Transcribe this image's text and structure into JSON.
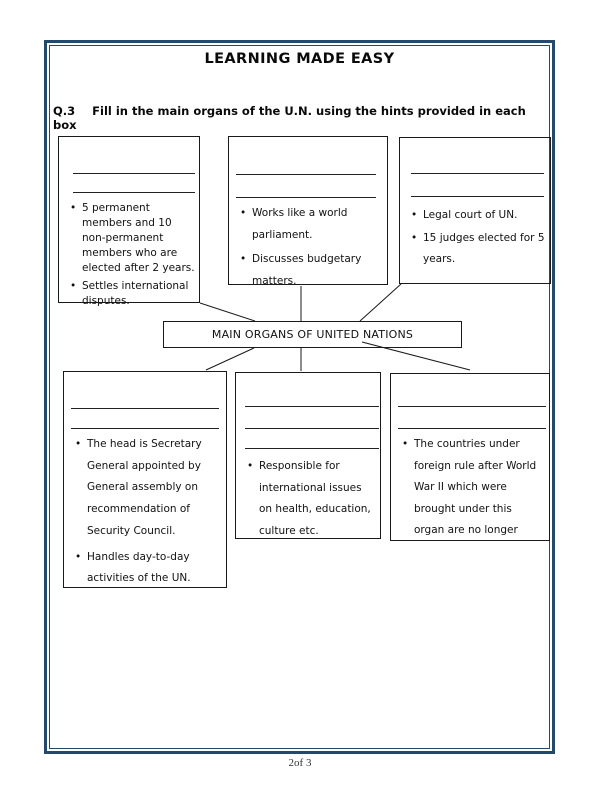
{
  "page": {
    "title": "LEARNING MADE EASY",
    "footer_page_number": "2of 3"
  },
  "question": {
    "number": "Q.3",
    "text": "Fill in the main organs of the U.N. using the hints provided in each box"
  },
  "diagram": {
    "center_label": "MAIN ORGANS OF UNITED NATIONS",
    "boxes": {
      "top_left": {
        "blank_line_count": 2,
        "bullets": [
          "5 permanent\nmembers and 10\nnon-permanent\nmembers who are\nelected after 2 years.",
          "Settles international\ndisputes."
        ]
      },
      "top_middle": {
        "blank_line_count": 2,
        "bullets": [
          "Works like a world\nparliament.",
          "Discusses budgetary\nmatters."
        ]
      },
      "top_right": {
        "blank_line_count": 2,
        "bullets": [
          "Legal court of UN.",
          "15 judges elected for 5\nyears."
        ]
      },
      "bottom_left": {
        "blank_line_count": 2,
        "bullets": [
          "The head is Secretary\nGeneral appointed by\nGeneral assembly on\nrecommendation of\nSecurity Council.",
          "Handles day-to-day\nactivities of the UN."
        ]
      },
      "bottom_middle": {
        "blank_line_count": 3,
        "bullets": [
          "Responsible for\ninternational issues\non health, education,\nculture etc."
        ]
      },
      "bottom_right": {
        "blank_line_count": 2,
        "bullets": [
          "The countries under\nforeign rule after World\nWar II which were\nbrought under this\norgan are no longer"
        ]
      }
    }
  },
  "colors": {
    "page_border": "#24496B",
    "box_border": "#1a1a1a",
    "text": "#111111"
  }
}
